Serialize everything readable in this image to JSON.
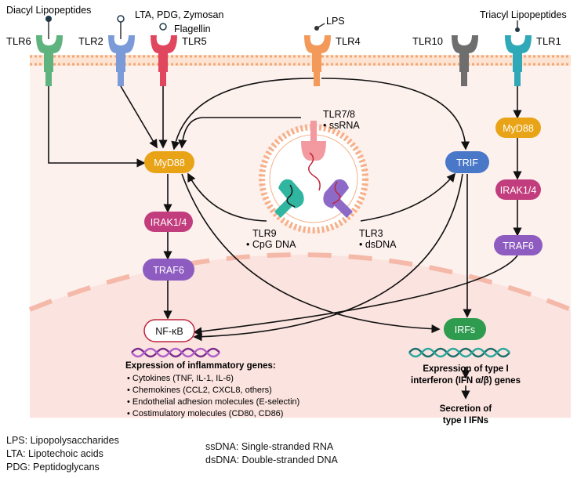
{
  "ligands": {
    "diacyl": "Diacyl Lipopeptides",
    "lta_pdg_zymosan": "LTA, PDG, Zymosan",
    "flagellin": "Flagellin",
    "lps": "LPS",
    "triacyl": "Triacyl Lipopeptides"
  },
  "receptors": {
    "tlr6": "TLR6",
    "tlr2": "TLR2",
    "tlr5": "TLR5",
    "tlr4": "TLR4",
    "tlr10": "TLR10",
    "tlr1": "TLR1"
  },
  "endosome": {
    "tlr78": "TLR7/8",
    "tlr78_ligand": "• ssRNA",
    "tlr9": "TLR9",
    "tlr9_ligand": "• CpG DNA",
    "tlr3": "TLR3",
    "tlr3_ligand": "• dsDNA"
  },
  "nodes": {
    "myd88_left": "MyD88",
    "irak_left": "IRAK1/4",
    "traf6_left": "TRAF6",
    "trif": "TRIF",
    "myd88_right": "MyD88",
    "irak_right": "IRAK1/4",
    "traf6_right": "TRAF6",
    "nfkb": "NF-κB",
    "irfs": "IRFs"
  },
  "inflammatory": {
    "heading": "Expression of inflammatory genes:",
    "items": [
      "• Cytokines (TNF, IL-1, IL-6)",
      "• Chemokines (CCL2, CXCL8, others)",
      "• Endothelial adhesion molecules (E-selectin)",
      "• Costimulatory molecules (CD80, CD86)"
    ]
  },
  "interferon": {
    "line1": "Expression of type I",
    "line2": "interferon (IFN α/β) genes",
    "secretion1": "Secretion of",
    "secretion2": "type I IFNs"
  },
  "abbreviations": {
    "lps": "LPS: Lipopolysaccharides",
    "lta": "LTA: Lipotechoic acids",
    "pdg": "PDG: Peptidoglycans",
    "ssdna": "ssDNA: Single-stranded RNA",
    "dsdna": "dsDNA: Double-stranded DNA"
  },
  "colors": {
    "tlr6": "#5fb37f",
    "tlr2": "#7b9bd8",
    "tlr5": "#e0475e",
    "tlr4": "#f39a5a",
    "tlr10": "#6e6e6e",
    "tlr1": "#2fa8b8",
    "myd88": "#e8a317",
    "trif": "#4a78c8",
    "irak": "#c23d7d",
    "traf6": "#8e5cc0",
    "irfs": "#2f9b4f",
    "membrane": "#f2a774",
    "cytoplasm": "#fdf1ee",
    "nucleus": "#fbe3df"
  }
}
